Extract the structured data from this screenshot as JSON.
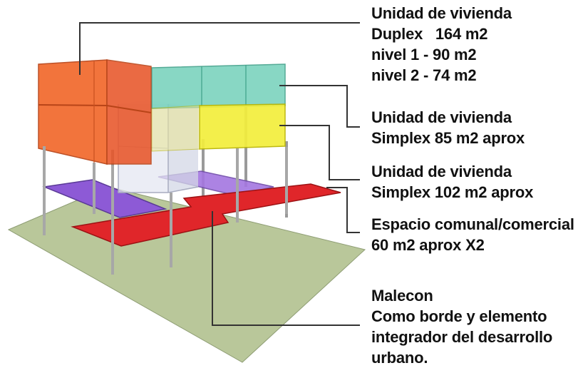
{
  "labels": {
    "duplex": {
      "title": "Unidad de vivienda",
      "area": "Duplex   164 m2",
      "level1": "nivel 1 - 90 m2",
      "level2": "nivel 2 - 74 m2"
    },
    "simplex85": {
      "title": "Unidad de vivienda",
      "area": "Simplex 85 m2 aprox"
    },
    "simplex102": {
      "title": "Unidad de vivienda",
      "area": "Simplex 102 m2 aprox"
    },
    "communal": {
      "title": "Espacio comunal/comercial",
      "area": "60 m2 aprox X2"
    },
    "malecon": {
      "title": "Malecon",
      "line1": "Como borde y elemento",
      "line2": "integrador del desarrollo",
      "line3": "urbano."
    }
  },
  "colors": {
    "ground": "#b9c79a",
    "duplex": "#f26a2e",
    "teal": "#78d2bd",
    "yellow": "#f3ee3c",
    "purple": "#8d5ad6",
    "boardwalk": "#e0262a",
    "glass": "#dfe3ef",
    "column": "#a7a7a7",
    "leader": "#333333"
  }
}
